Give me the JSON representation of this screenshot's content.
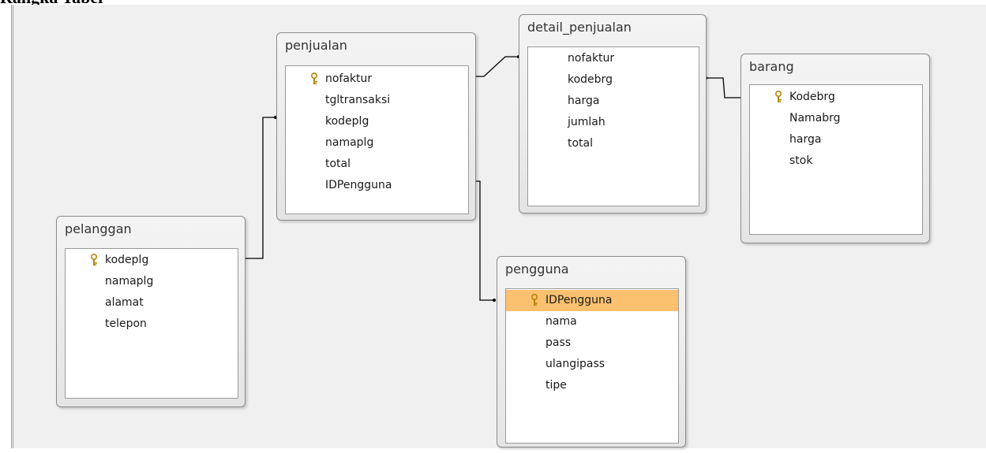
{
  "heading": "Rangka Tabel",
  "tables": {
    "penjualan": {
      "title": "penjualan",
      "fields": [
        {
          "name": "nofaktur",
          "key": true
        },
        {
          "name": "tgltransaksi",
          "key": false
        },
        {
          "name": "kodeplg",
          "key": false
        },
        {
          "name": "namaplg",
          "key": false
        },
        {
          "name": "total",
          "key": false
        },
        {
          "name": "IDPengguna",
          "key": false
        }
      ]
    },
    "detail_penjualan": {
      "title": "detail_penjualan",
      "fields": [
        {
          "name": "nofaktur",
          "key": false
        },
        {
          "name": "kodebrg",
          "key": false
        },
        {
          "name": "harga",
          "key": false
        },
        {
          "name": "jumlah",
          "key": false
        },
        {
          "name": "total",
          "key": false
        }
      ]
    },
    "barang": {
      "title": "barang",
      "fields": [
        {
          "name": "Kodebrg",
          "key": true
        },
        {
          "name": "Namabrg",
          "key": false
        },
        {
          "name": "harga",
          "key": false
        },
        {
          "name": "stok",
          "key": false
        }
      ]
    },
    "pelanggan": {
      "title": "pelanggan",
      "fields": [
        {
          "name": "kodeplg",
          "key": true
        },
        {
          "name": "namaplg",
          "key": false
        },
        {
          "name": "alamat",
          "key": false
        },
        {
          "name": "telepon",
          "key": false
        }
      ]
    },
    "pengguna": {
      "title": "pengguna",
      "fields": [
        {
          "name": "IDPengguna",
          "key": true,
          "selected": true
        },
        {
          "name": "nama",
          "key": false
        },
        {
          "name": "pass",
          "key": false
        },
        {
          "name": "ulangipass",
          "key": false
        },
        {
          "name": "tipe",
          "key": false
        }
      ]
    }
  },
  "relationships": [
    {
      "from": "penjualan.nofaktur",
      "to": "detail_penjualan.nofaktur"
    },
    {
      "from": "detail_penjualan.kodebrg",
      "to": "barang.Kodebrg"
    },
    {
      "from": "penjualan.kodeplg",
      "to": "pelanggan.kodeplg"
    },
    {
      "from": "penjualan.IDPengguna",
      "to": "pengguna.IDPengguna"
    }
  ],
  "colors": {
    "canvas": "#f0f0f0",
    "selected_field": "#fbc16f",
    "key_icon": "#d7a934",
    "connector": "#000000"
  },
  "icons": {
    "primary_key": "key-icon"
  }
}
